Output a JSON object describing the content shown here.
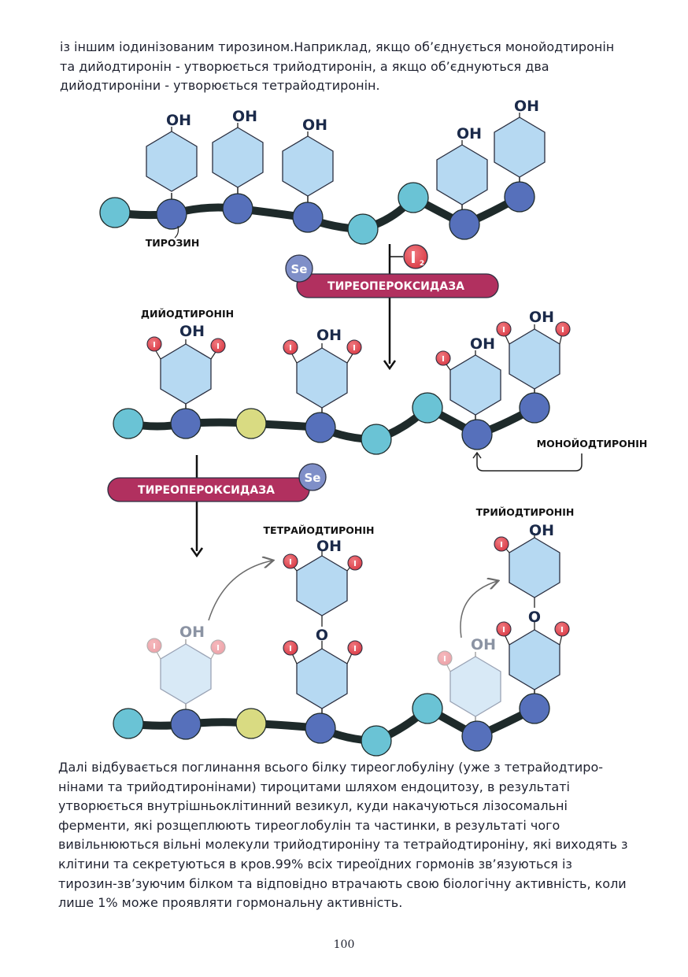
{
  "top_paragraph": "із іншим іодинізованим тирозином.Наприклад, якщо об’єднується монойодтиронін та дийодтиронін - утворюється трийодтиронін, а якщо об’єднуються два дийодтироніни - утворюється тетрайодтиронін.",
  "diagram": {
    "oh": "OH",
    "o": "O",
    "iodine": "I",
    "iodine_molecule": "I",
    "iodine_subscript": "2",
    "selenium": "Se",
    "labels": {
      "tyrosine": "ТИРОЗИН",
      "diiodotyronine": "ДИЙОДТИРОНІН",
      "monoiodotyronine": "МОНОЙОДТИРОНІН",
      "tetraiodotyronine": "ТЕТРАЙОДТИРОНІН",
      "triiodotyronine": "ТРИЙОДТИРОНІН"
    },
    "enzyme": "ТИРЕОПЕРОКСИДАЗА",
    "colors": {
      "hexagon": "#b6d9f2",
      "hexagon_faded": "#d8e9f6",
      "residue_dark": "#5670bb",
      "residue_light": "#6ac3d5",
      "residue_yellow": "#d9db82",
      "iodine": "#e04750",
      "enzyme": "#b1305f",
      "selenium": "#7f8fc8",
      "chain": "#1e2a2a"
    }
  },
  "bottom_paragraph": "Далі відбувається поглинання всього білку тиреоглобуліну (уже з тетрайодтиро-нінами та трийодтиронінами) тироцитами шляхом ендоцитозу, в результаті утворюється внутрішньоклітинний везикул, куди накачуються лізосомальні ферменти, які розщеплюють тиреоглобулін та частинки, в результаті чого вивільнюються вільні молекули трийодтироніну та тетрайодтироніну, які виходять з клітини та секретуються в кров.99% всіх тиреоїдних гормонів зв’язуються із тирозин-зв’зуючим білком та відповідно втрачають свою біологічну активність, коли лише 1% може проявляти гормональну активність.",
  "page_number": "100"
}
